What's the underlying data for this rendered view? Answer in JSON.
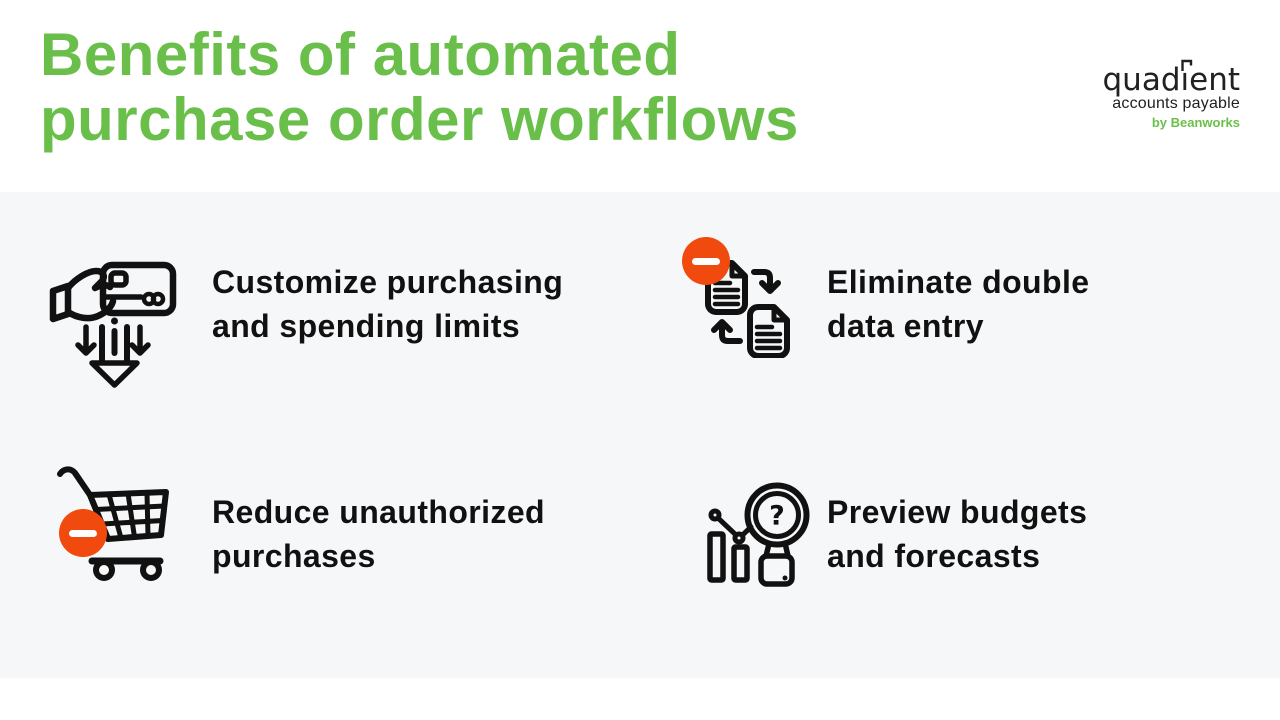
{
  "header": {
    "title_lines": [
      "Benefits of automated",
      "purchase order workflows"
    ]
  },
  "logo": {
    "brand_pre": "quad",
    "brand_i": "ı",
    "brand_post": "ent",
    "brand_full": "quadient",
    "subtitle": "accounts payable",
    "byline": "by Beanworks"
  },
  "benefits": [
    {
      "icon": "hand-card-down-arrows-icon",
      "lines": [
        "Customize purchasing",
        "and spending limits"
      ]
    },
    {
      "icon": "documents-sync-minus-icon",
      "lines": [
        "Eliminate double",
        "data entry"
      ]
    },
    {
      "icon": "cart-minus-icon",
      "lines": [
        "Reduce unauthorized",
        "purchases"
      ]
    },
    {
      "icon": "magnifier-chart-icon",
      "lines": [
        "Preview budgets",
        "and forecasts"
      ]
    }
  ],
  "colors": {
    "accent_green": "#6abf4a",
    "badge_orange": "#f04a0e",
    "text_dark": "#111111",
    "band_gray": "#f6f7f9",
    "logo_dark": "#23211f"
  }
}
